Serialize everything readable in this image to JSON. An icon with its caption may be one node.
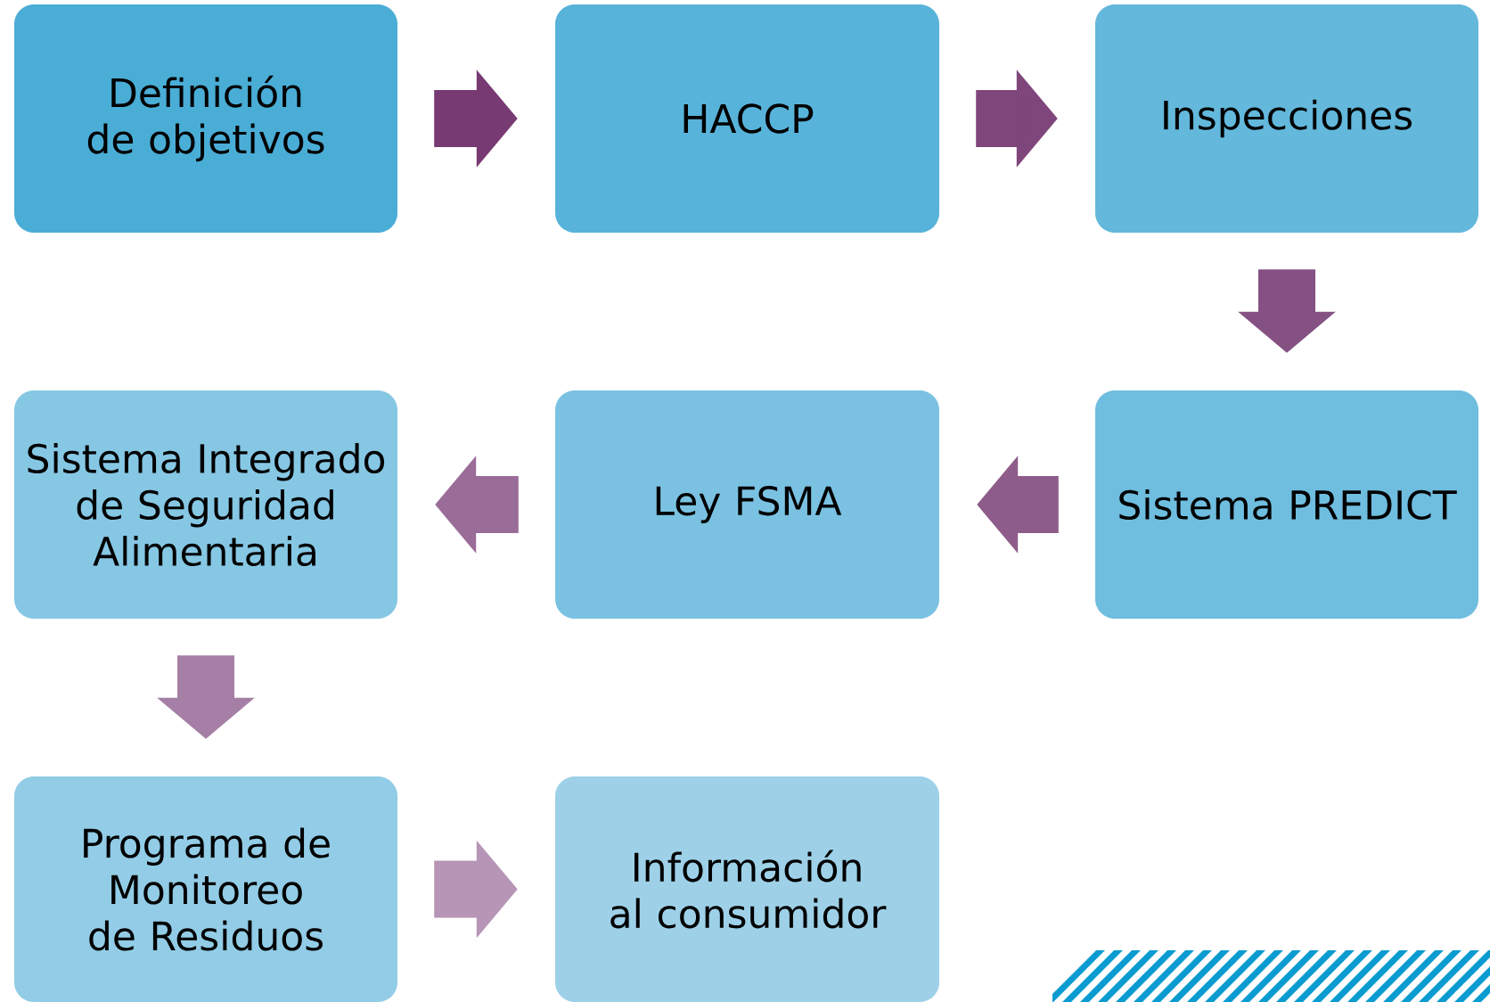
{
  "diagram": {
    "nodes": [
      {
        "text": [
          "Definición de objetivos"
        ]
      },
      {
        "text": [
          "HACCP"
        ]
      },
      {
        "text": [
          "Inspecciones"
        ]
      },
      {
        "text": [
          "Sistema PREDICT"
        ]
      },
      {
        "text": [
          "Ley FSMA"
        ]
      },
      {
        "text": [
          "Sistema Integrado de Seguridad Alimentaria"
        ]
      },
      {
        "text": [
          "Programa de Monitoreo de Residuos"
        ]
      },
      {
        "text": [
          "Información al consumidor"
        ]
      }
    ],
    "edges": [
      {
        "from": 0,
        "to": 1,
        "arrow": "to",
        "color": "#773a73"
      },
      {
        "from": 1,
        "to": 2,
        "arrow": "to",
        "color": "#7e467b"
      },
      {
        "from": 2,
        "to": 3,
        "arrow": "to",
        "color": "#855183"
      },
      {
        "from": 3,
        "to": 4,
        "arrow": "to",
        "color": "#8e5c8a"
      },
      {
        "from": 4,
        "to": 5,
        "arrow": "to",
        "color": "#9a6c98"
      },
      {
        "from": 5,
        "to": 6,
        "arrow": "to",
        "color": "#a57fa5"
      },
      {
        "from": 6,
        "to": 7,
        "arrow": "to",
        "color": "#b795b6"
      }
    ]
  }
}
